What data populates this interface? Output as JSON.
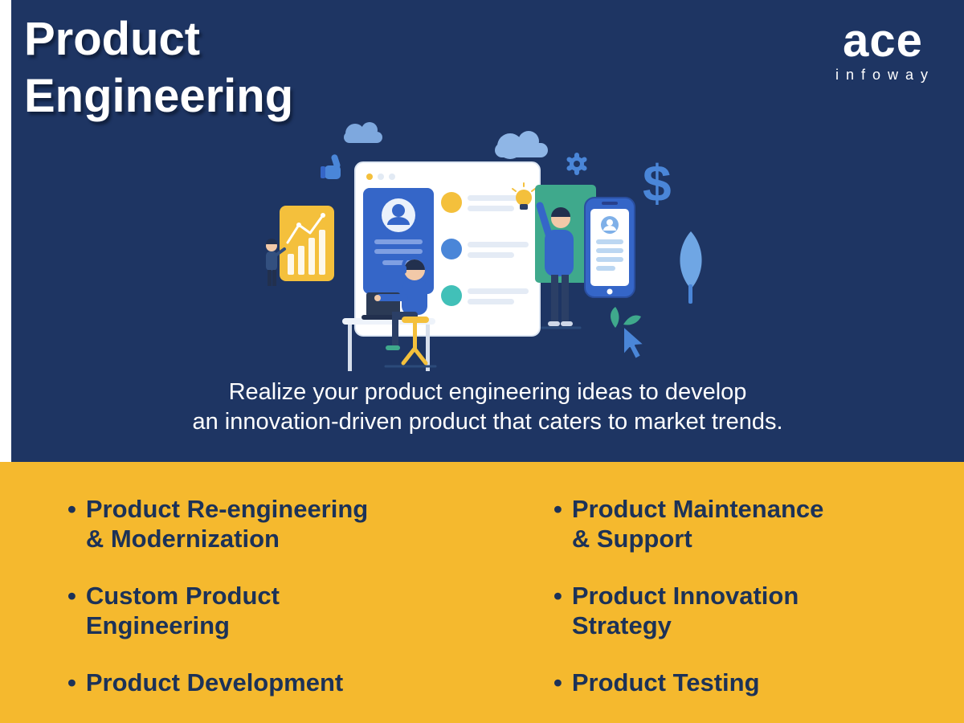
{
  "slide": {
    "title": {
      "line1": "Product",
      "line2": "Engineering"
    },
    "logo": {
      "brand": "ace",
      "sub": "infoway"
    },
    "tagline": {
      "line1": "Realize your product engineering ideas to develop",
      "line2": "an innovation-driven product that caters to market trends."
    },
    "services": {
      "left": [
        {
          "line1": "Product Re-engineering",
          "line2": "& Modernization"
        },
        {
          "line1": "Custom Product",
          "line2": "Engineering"
        },
        {
          "line1": "Product Development",
          "line2": ""
        }
      ],
      "right": [
        {
          "line1": "Product Maintenance",
          "line2": "& Support"
        },
        {
          "line1": "Product Innovation",
          "line2": "Strategy"
        },
        {
          "line1": "Product Testing",
          "line2": ""
        }
      ]
    },
    "icons": {
      "bullet": "•",
      "dollar": "$"
    },
    "colors": {
      "navy": "#1e3563",
      "yellow": "#f5b92e",
      "blue": "#4a86d8",
      "deep_blue": "#3566c8",
      "teal": "#3fa98c",
      "accent_yellow": "#f4c03c",
      "text_dark": "#1c3258"
    }
  }
}
